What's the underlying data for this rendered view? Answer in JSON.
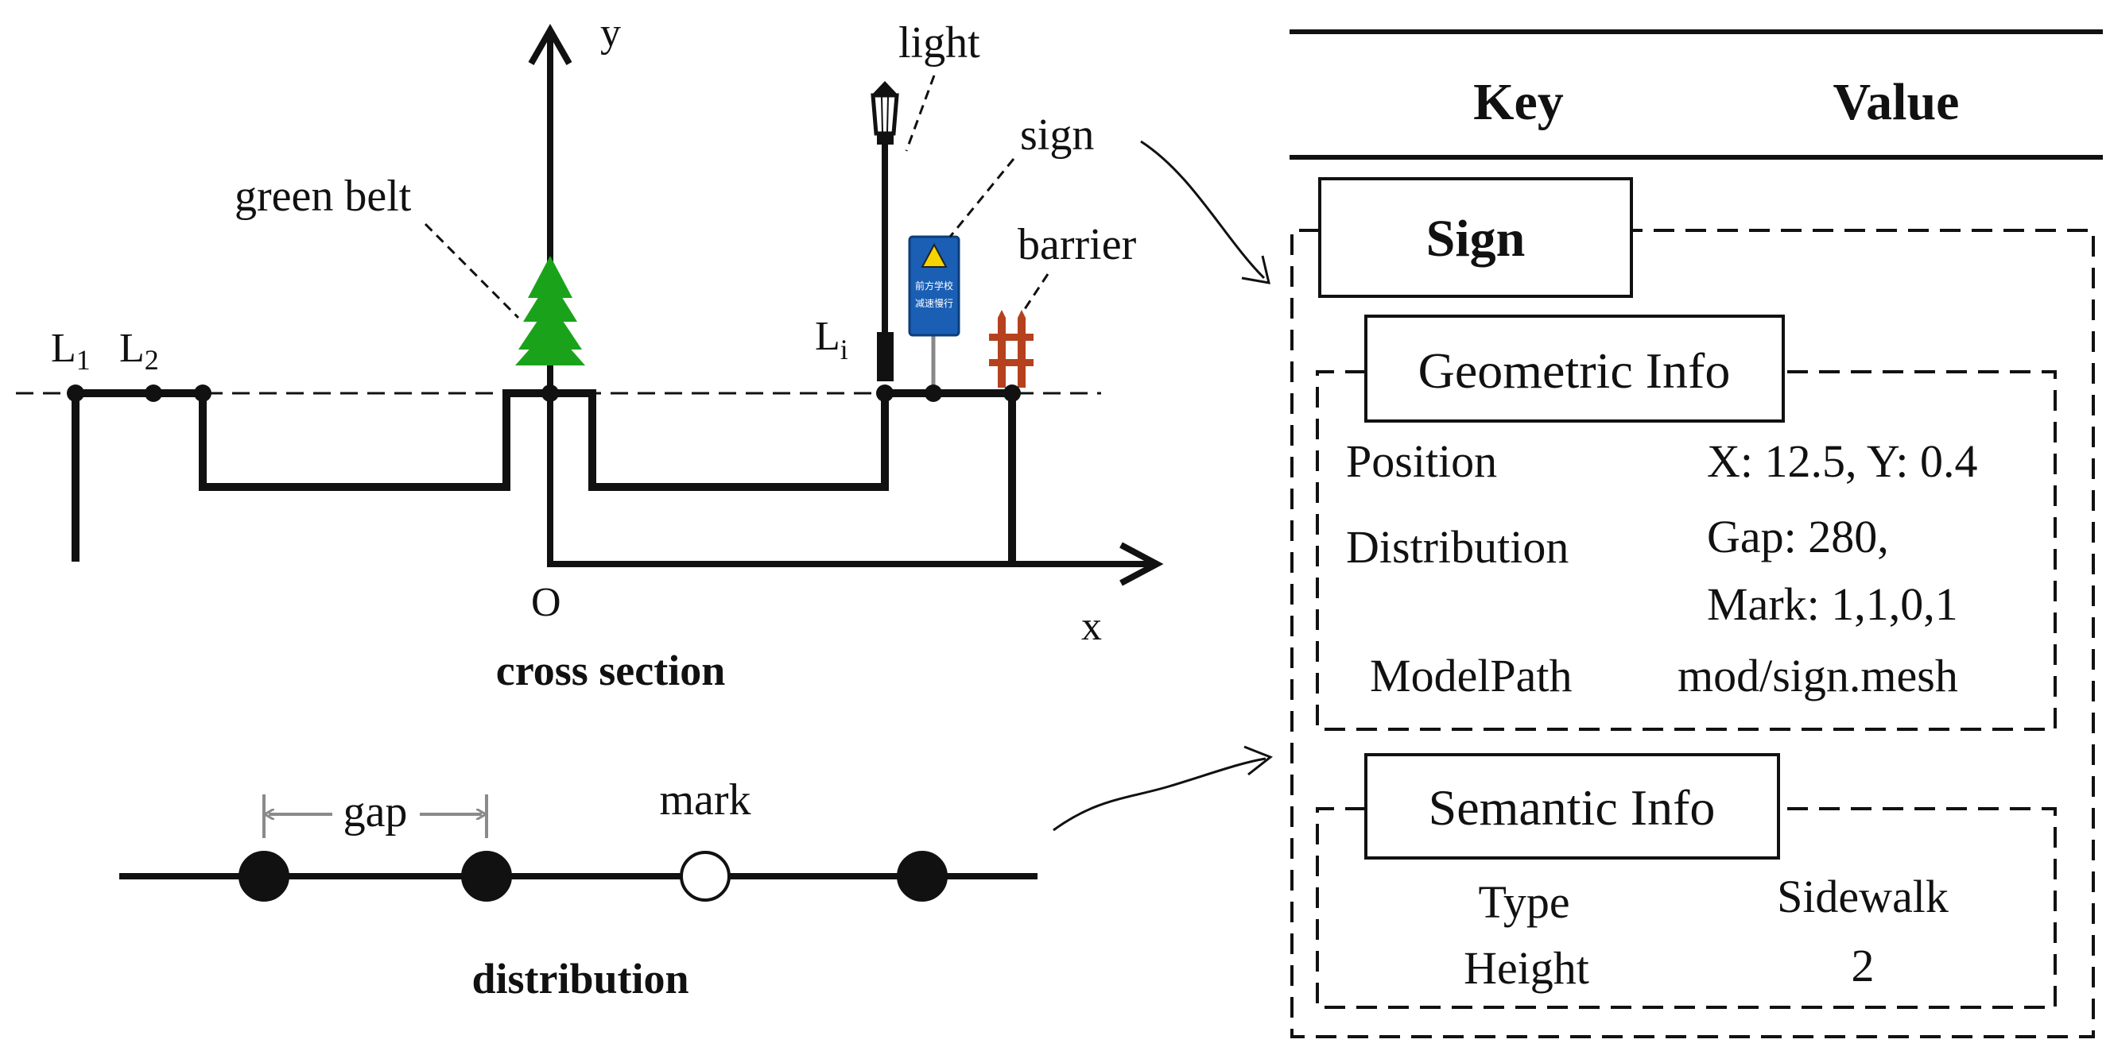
{
  "cross_section": {
    "caption": "cross section",
    "axis": {
      "y": "y",
      "x": "x",
      "origin": "O"
    },
    "labels": {
      "green_belt": "green belt",
      "light": "light",
      "sign": "sign",
      "barrier": "barrier"
    },
    "lines": {
      "l1": {
        "base": "L",
        "sub": "1"
      },
      "l2": {
        "base": "L",
        "sub": "2"
      },
      "li": {
        "base": "L",
        "sub": "i"
      }
    },
    "sign_board_text": [
      "前方学校",
      "减速慢行"
    ]
  },
  "distribution": {
    "caption": "distribution",
    "gap_label": "gap",
    "mark_label": "mark",
    "marks": [
      1,
      1,
      0,
      1
    ]
  },
  "table": {
    "header": {
      "key": "Key",
      "value": "Value"
    },
    "entity": "Sign",
    "geometric": {
      "title": "Geometric Info",
      "rows": [
        {
          "key": "Position",
          "value": "X: 12.5, Y: 0.4"
        },
        {
          "key": "Distribution",
          "value_line1": "Gap: 280,",
          "value_line2": "Mark: 1,1,0,1"
        },
        {
          "key": "ModelPath",
          "value": "mod/sign.mesh"
        }
      ]
    },
    "semantic": {
      "title": "Semantic Info",
      "rows": [
        {
          "key": "Type",
          "value": "Sidewalk"
        },
        {
          "key": "Height",
          "value": "2"
        }
      ]
    }
  },
  "colors": {
    "line": "#111111",
    "tree": "#1aa31a",
    "barrier": "#b5411e",
    "sign_blue": "#1a5fb4",
    "sign_yellow": "#f5d400",
    "dimension_gray": "#8a8a8a"
  },
  "icons": [
    "tree-icon",
    "street-light-icon",
    "traffic-sign-icon",
    "barrier-fence-icon"
  ]
}
